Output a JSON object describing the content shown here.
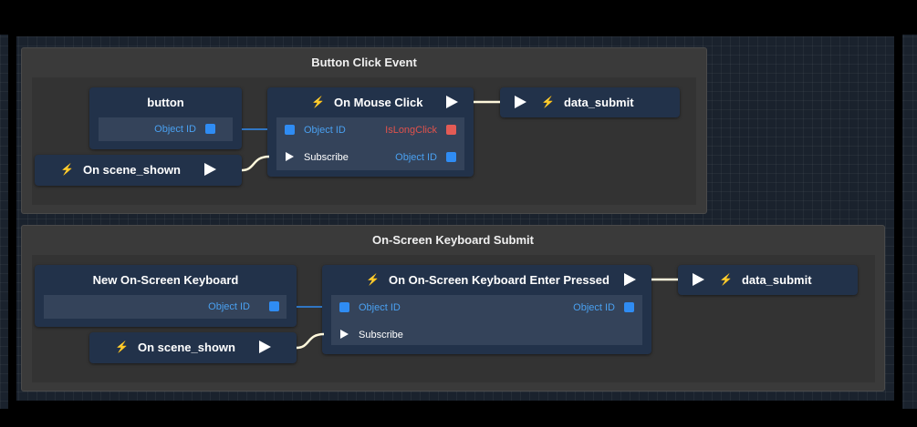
{
  "groups": [
    {
      "title": "Button Click Event",
      "object_node": {
        "title": "button",
        "port_label": "Object ID"
      },
      "scene_node": {
        "label": "On scene_shown"
      },
      "event_node": {
        "title": "On Mouse Click",
        "in_object_label": "Object ID",
        "out_long_click_label": "IsLongClick",
        "subscribe_label": "Subscribe",
        "out_object_label": "Object ID"
      },
      "submit_node": {
        "label": "data_submit"
      }
    },
    {
      "title": "On-Screen Keyboard Submit",
      "object_node": {
        "title": "New On-Screen Keyboard",
        "port_label": "Object ID"
      },
      "scene_node": {
        "label": "On scene_shown"
      },
      "event_node": {
        "title": "On On-Screen Keyboard Enter Pressed",
        "in_object_label": "Object ID",
        "subscribe_label": "Subscribe",
        "out_object_label": "Object ID"
      },
      "submit_node": {
        "label": "data_submit"
      }
    }
  ],
  "colors": {
    "canvas_bg": "#1a222d",
    "group_bg": "#3a3a3a",
    "node_bg": "#22324a",
    "object_port": "#2f8cf3",
    "bool_port": "#e35b55",
    "event_bolt": "#f1c75b",
    "exec_wire": "#fff8dc",
    "object_wire": "#2f8cf3"
  },
  "icons": {
    "event": "lightning-bolt-icon",
    "exec": "play-triangle-icon"
  }
}
